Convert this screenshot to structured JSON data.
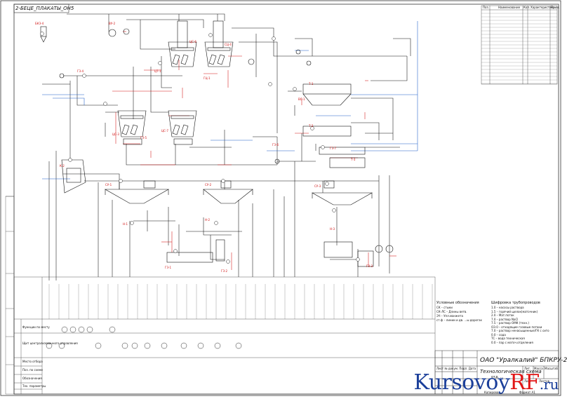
{
  "drawing": {
    "stamp_label": "2-БЕЦЕ_ПЛАКАТЫ_ОН5",
    "company": "ОАО \"Уралкалий\" БПКРУ-2",
    "scheme_title": "Технологическая схема",
    "scheme_subtitle": "отд. ..."
  },
  "spec_table": {
    "headers": [
      "Поз.",
      "Наименование",
      "Кол.",
      "Характеристика",
      "Прим."
    ]
  },
  "legend": {
    "title": "Условные обозначения",
    "items": [
      "СК – стыки",
      "СК-ЛС – Длины ветв.",
      "ЭЧ – Упл.манжета",
      "ст.ф – линии и дв. ...ы дорогах"
    ]
  },
  "pipe_legend": {
    "title": "Шифровка трубопроводов",
    "items": [
      "1.0 – насосы раствора",
      "1.5 – горячий щелок(маточник)",
      "2.0 – Мат.поток",
      "7.0 – раствор NaCl",
      "7.5 – раствор ОМК (техн.)",
      "ОЭ.0 – отходящие газовые потоки",
      "7.0 – раствор ненасыщенные/ГК с сито",
      "0.0 – сода",
      "ТС – вода техническая",
      "0.0 – пар с маточ.отделения"
    ]
  },
  "bottom_table": {
    "row_labels": [
      "Функции по месту",
      "Щит централизованного управления",
      "Место отбора",
      "Поз. по схеме",
      "Обозначения",
      "Тех. параметры"
    ]
  },
  "frame": {
    "sheet_info": "Лист  № докум.  Подп.  Дата",
    "lit": "Лит.",
    "mass": "Масса",
    "scale": "Масштаб",
    "sheet": "Лист",
    "sheets": "Листов",
    "copied": "Копировал",
    "format": "Формат   А1"
  },
  "watermark": {
    "part1": "Kursovoy",
    "part2": "RF",
    "part3": ".ru"
  },
  "equipment_labels": [
    "БКЗ-4",
    "ВУ-2",
    "ЦС-6",
    "СЦ-4",
    "ЦТ-1",
    "ГЦ-1",
    "ЦС-3",
    "ЦС-7",
    "К-2",
    "ВС-1",
    "Т-1",
    "Т-2",
    "Т-3",
    "СУ-1",
    "СУ-2",
    "СУ-3",
    "Н-1",
    "Н-2",
    "Н-3",
    "ГЗ-1",
    "ГЗ-2",
    "ГЗ-3",
    "ГЗ-4",
    "ГЗ-5",
    "ГЗ-6",
    "ГЗ-7"
  ]
}
